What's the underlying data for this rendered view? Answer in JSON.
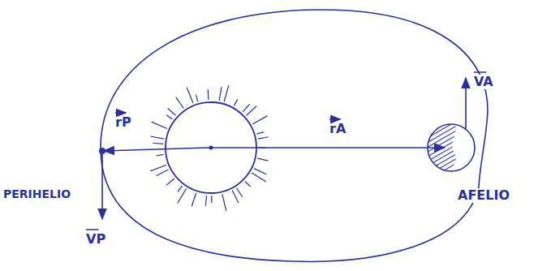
{
  "diagram": {
    "labels": [
      "rP",
      "rA",
      "VA",
      "PERIHELIO",
      "VP",
      "AFELIO"
    ]
  }
}
